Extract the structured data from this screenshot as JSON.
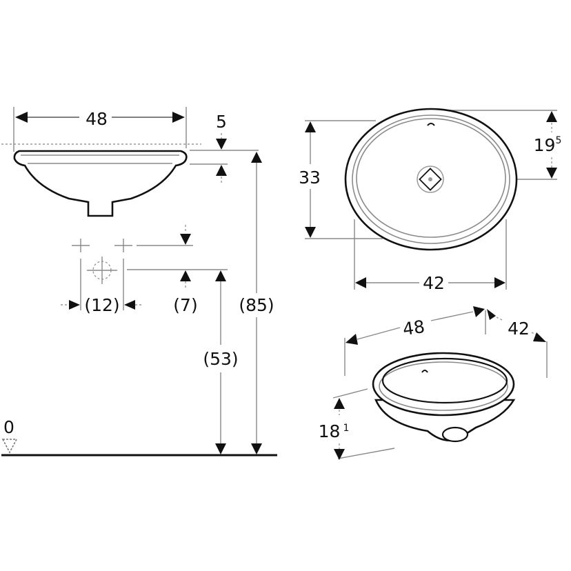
{
  "drawing": {
    "subject": "Oval undercounter washbasin – dimensioned technical drawing",
    "side_view": {
      "width_label": "48",
      "rim_thickness_label": "5",
      "total_height_label": "(85)",
      "waste_height_label": "(53)",
      "tap_offset_label": "(7)",
      "tap_spacing_label": "(12)",
      "floor_level_label": "0"
    },
    "top_view": {
      "length_label": "42",
      "width_label": "33",
      "drain_offset_label": "19",
      "drain_offset_sup": "5"
    },
    "perspective_view": {
      "length_label": "48",
      "depth_label": "42",
      "height_label": "18",
      "height_sup": "1"
    },
    "colors": {
      "line": "#111111",
      "secondary_line": "#8a8a8a",
      "background": "#ffffff"
    }
  }
}
